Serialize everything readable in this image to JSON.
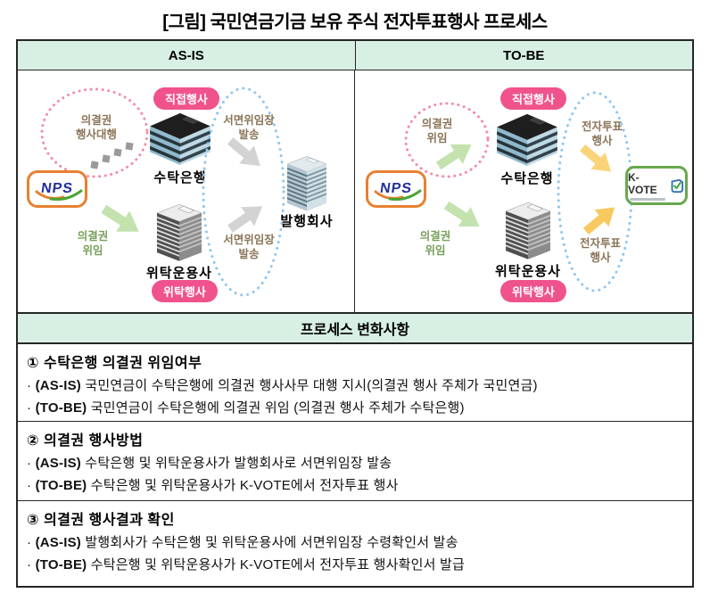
{
  "title": "[그림] 국민연금기금 보유 주식 전자투표행사 프로세스",
  "table": {
    "as_is_header": "AS-IS",
    "to_be_header": "TO-BE"
  },
  "badges": {
    "direct": "직접행사",
    "delegated": "위탁행사"
  },
  "entities": {
    "nps": "NPS",
    "kvote": "K-VOTE",
    "trust_bank": "수탁은행",
    "asset_manager": "위탁운용사",
    "issuer": "발행회사"
  },
  "labels": {
    "vote_delegate": "의결권\n위임",
    "vote_proxy_agency": "의결권\n행사대행",
    "written_proxy_send": "서면위임장\n발송",
    "evote_exercise": "전자투표\n행사"
  },
  "changes": {
    "header": "프로세스 변화사항",
    "bullet": "·",
    "items": [
      {
        "heading": "① 수탁은행 의결권 위임여부",
        "bullets": [
          {
            "tag": "(AS-IS)",
            "text": "국민연금이 수탁은행에 의결권 행사사무 대행 지시(의결권 행사 주체가 국민연금)"
          },
          {
            "tag": "(TO-BE)",
            "text": "국민연금이 수탁은행에 의결권 위임 (의결권 행사 주체가 수탁은행)"
          }
        ]
      },
      {
        "heading": "② 의결권 행사방법",
        "bullets": [
          {
            "tag": "(AS-IS)",
            "text": "수탁은행 및 위탁운용사가 발행회사로 서면위임장 발송"
          },
          {
            "tag": "(TO-BE)",
            "text": "수탁은행 및 위탁운용사가 K-VOTE에서 전자투표 행사"
          }
        ]
      },
      {
        "heading": "③ 의결권 행사결과 확인",
        "bullets": [
          {
            "tag": "(AS-IS)",
            "text": "발행회사가 수탁은행 및 위탁운용사에 서면위임장 수령확인서 발송"
          },
          {
            "tag": "(TO-BE)",
            "text": "수탁은행 및 위탁운용사가 K-VOTE에서 전자투표 행사확인서 발급"
          }
        ]
      }
    ]
  },
  "colors": {
    "mint": "#d8f0e3",
    "badge_pink": "#f0528c",
    "pink_dot": "#f48aa6",
    "blue_dot": "#8ec6ee",
    "green_arrow": "#c3e2ad",
    "gray_arrow": "#d3d3d3",
    "yellow_arrow": "#fbd47a",
    "nps_orange": "#e87f2f",
    "kvote_green": "#67a94d",
    "label_brown": "#8a7558",
    "label_green": "#78a05c"
  }
}
